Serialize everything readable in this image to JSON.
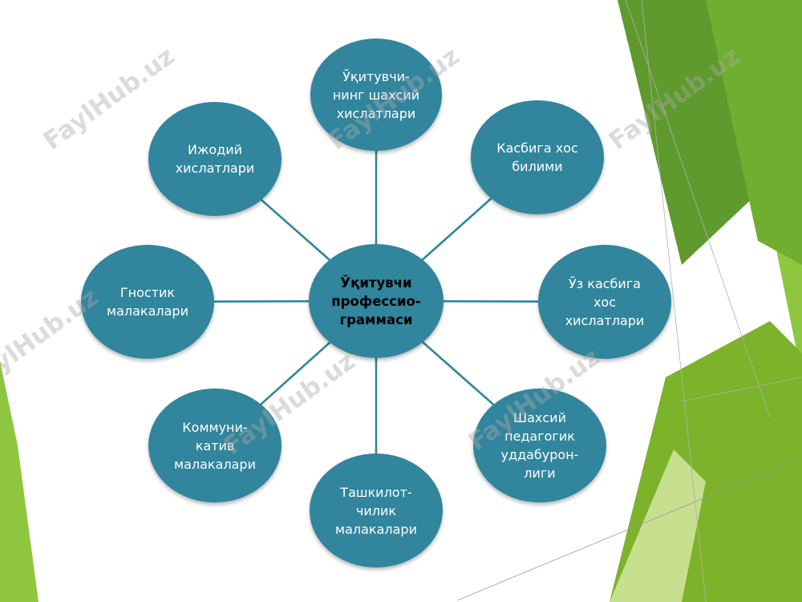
{
  "colors": {
    "node_fill": "#31859c",
    "connector": "#31859c",
    "node_text": "#ffffff",
    "center_text": "#000000",
    "accent_green_light": "#a5d152",
    "accent_green": "#7cb32a",
    "accent_green_dark": "#4f8b2a"
  },
  "diagram": {
    "center": {
      "label": "Ўқитувчи\nпрофессио-\nграммаси"
    },
    "nodes": [
      {
        "id": "top",
        "label": "Ўқитувчи-\nнинг шахсий\nхислатлари"
      },
      {
        "id": "top-right",
        "label": "Касбига хос\nбилими"
      },
      {
        "id": "right",
        "label": "Ўз касбига\nхос\nхислатлари"
      },
      {
        "id": "bottom-right",
        "label": "Шахсий\nпедагогик\nуддабурон-\nлиги"
      },
      {
        "id": "bottom",
        "label": "Ташкилот-\nчилик\nмалакалари"
      },
      {
        "id": "bottom-left",
        "label": "Коммуни-\nкатив\nмалакалари"
      },
      {
        "id": "left",
        "label": "Гностик\nмалакалари"
      },
      {
        "id": "top-left",
        "label": "Ижодий\nхислатлари"
      }
    ]
  },
  "watermark": {
    "text": "FaylHub.uz"
  }
}
